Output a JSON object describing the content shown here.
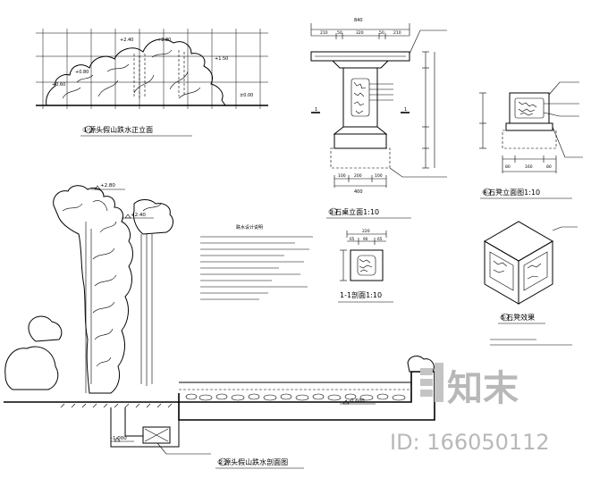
{
  "views": {
    "elevation": {
      "title": "①源头假山跌水正立面",
      "labels": [
        "+2.80",
        "+2.40",
        "+1.50",
        "+0.80",
        "+0.60",
        "±0.00"
      ]
    },
    "section": {
      "title": "②源头假山跌水剖面图",
      "labels": [
        "+2.80",
        "+2.40",
        "-0.600",
        "-1.000"
      ]
    },
    "stone_table_elevation": {
      "title": "③石桌立面1:10",
      "top_dims": [
        "210",
        "50",
        "320",
        "50",
        "210"
      ],
      "overall_width": "840",
      "base_width": "400",
      "base_dims": [
        "100",
        "200",
        "100"
      ]
    },
    "stone_table_section": {
      "title": "1-1剖面1:10",
      "top_dims": [
        "65",
        "90",
        "65"
      ],
      "overall_width": "220"
    },
    "stone_stool_elevation": {
      "title": "④石凳立面图1:10",
      "dims": [
        "80",
        "160",
        "80"
      ]
    },
    "stone_stool_effect": {
      "title": "⑤石凳效果"
    },
    "notes": {
      "heading": "跌水设计说明"
    }
  },
  "watermark": {
    "brand": "知末",
    "id_text": "ID: 166050112"
  }
}
